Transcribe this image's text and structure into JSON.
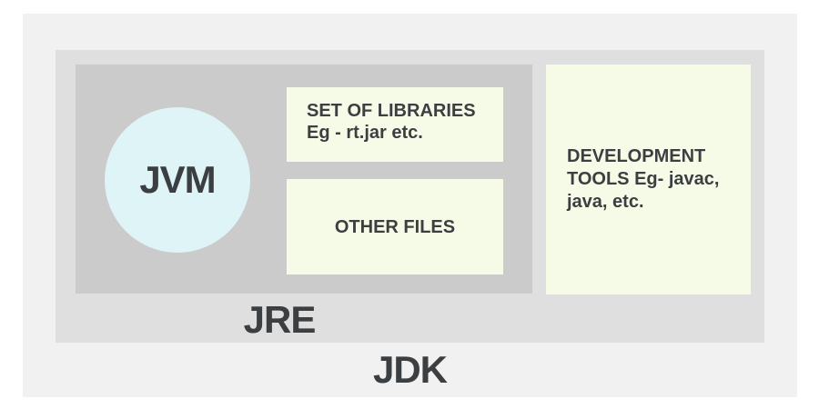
{
  "diagram": {
    "jdk": {
      "label": "JDK"
    },
    "jre": {
      "label": "JRE"
    },
    "jvm": {
      "label": "JVM"
    },
    "libraries_box": {
      "title": "SET OF LIBRARIES",
      "subtitle": "Eg - rt.jar etc."
    },
    "other_files_box": {
      "label": "OTHER FILES"
    },
    "dev_tools_box": {
      "label": "DEVELOPMENT TOOLS Eg- javac, java, etc."
    },
    "colors": {
      "page_bg": "#ffffff",
      "jdk_bg": "#f1f1f1",
      "jre_bg": "#dfdfdf",
      "inner_bg": "#cbcbcb",
      "note_bg": "#f5fbe6",
      "jvm_circle_bg": "#dff4f7",
      "text": "#3c3f41"
    }
  }
}
